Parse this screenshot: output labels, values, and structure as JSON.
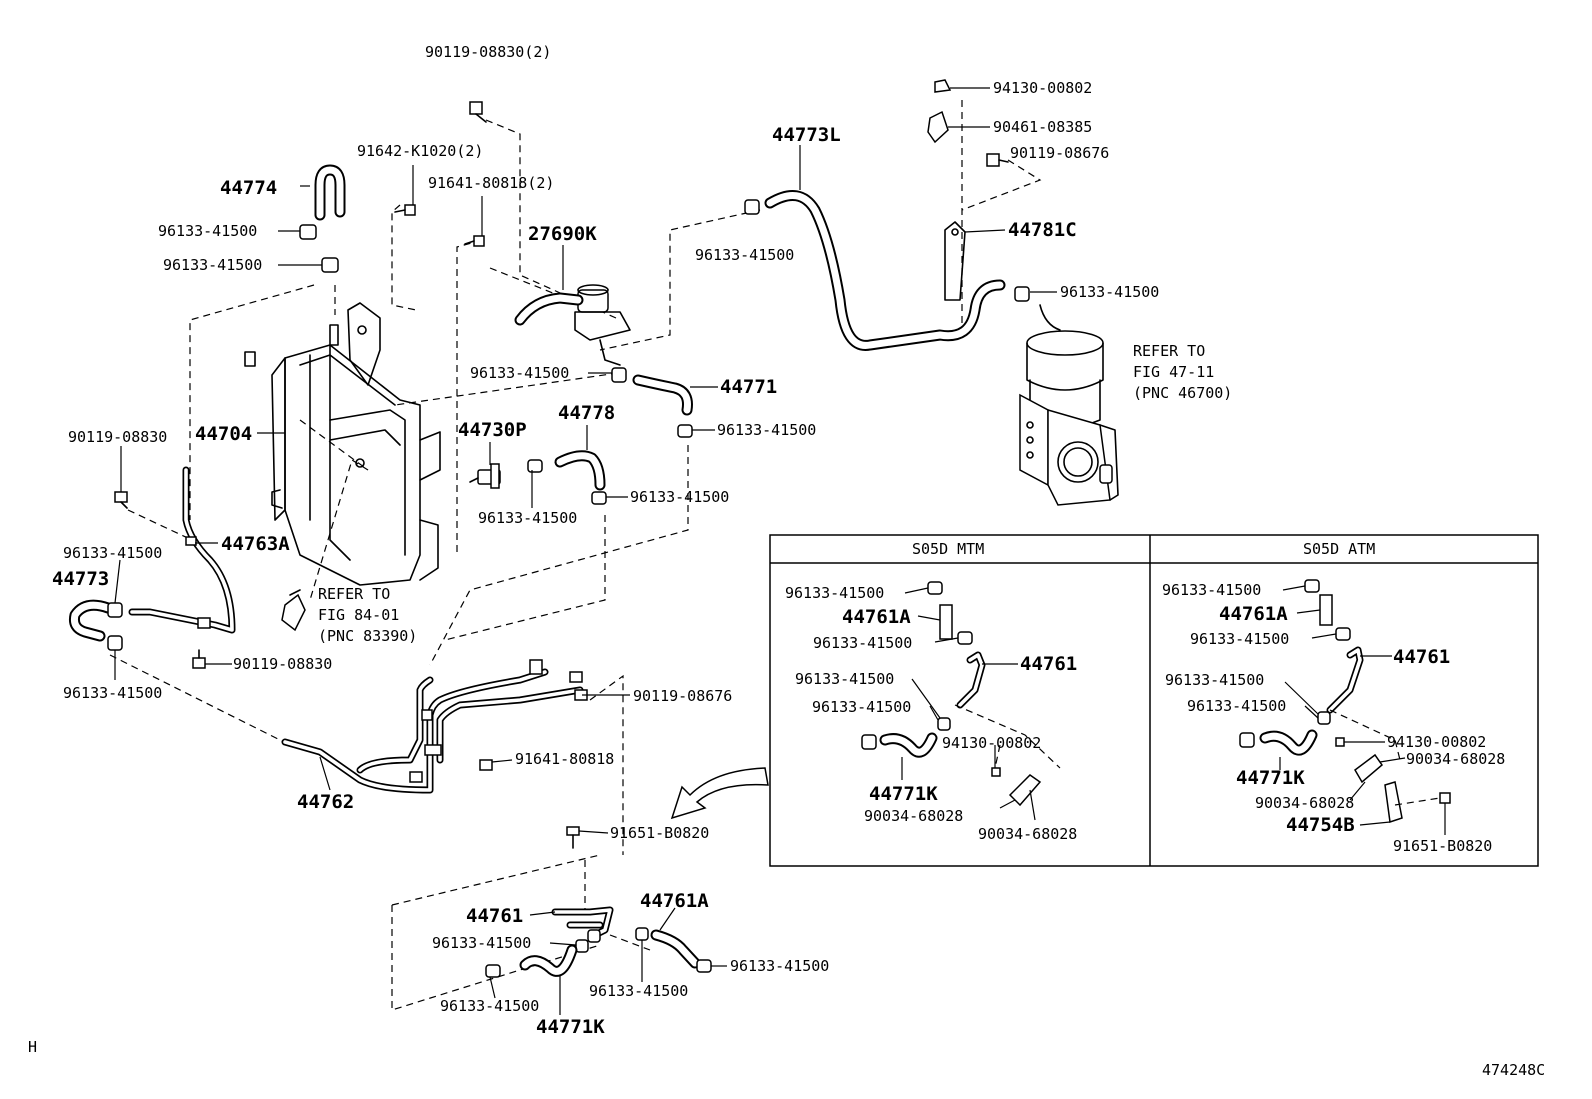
{
  "figure": {
    "code": "474248C",
    "corner_mark": "H"
  },
  "labels": {
    "l_90119_08830_2": "90119-08830(2)",
    "l_91642": "91642-K1020(2)",
    "l_91641_2": "91641-80818(2)",
    "l_44774": "44774",
    "l_96133_a": "96133-41500",
    "l_96133_b": "96133-41500",
    "l_27690k": "27690K",
    "l_44773l": "44773L",
    "l_94130_top": "94130-00802",
    "l_90461": "90461-08385",
    "l_90119_08676_top": "90119-08676",
    "l_44781c": "44781C",
    "l_96133_c": "96133-41500",
    "l_96133_d": "96133-41500",
    "l_96133_e": "96133-41500",
    "l_44771": "44771",
    "l_44778": "44778",
    "l_96133_f": "96133-41500",
    "l_44730p": "44730P",
    "l_44704": "44704",
    "l_90119_08830_l": "90119-08830",
    "l_96133_g": "96133-41500",
    "l_96133_h": "96133-41500",
    "l_44763a": "44763A",
    "l_96133_i": "96133-41500",
    "l_44773": "44773",
    "l_90119_08830_b": "90119-08830",
    "l_96133_j": "96133-41500",
    "l_90119_08676_m": "90119-08676",
    "l_91641_m": "91641-80818",
    "l_44762": "44762",
    "l_91651_m": "91651-B0820",
    "l_44761_m": "44761",
    "l_44761a_m": "44761A",
    "l_96133_k": "96133-41500",
    "l_96133_l": "96133-41500",
    "l_96133_m": "96133-41500",
    "l_96133_n": "96133-41500",
    "l_44771k_m": "44771K"
  },
  "notes": {
    "refer1_line1": "REFER TO",
    "refer1_line2": "FIG 47-11",
    "refer1_line3": "(PNC 46700)",
    "refer2_line1": "REFER TO",
    "refer2_line2": "FIG 84-01",
    "refer2_line3": "(PNC 83390)"
  },
  "inset_mtm": {
    "header": "S05D MTM",
    "c1": "96133-41500",
    "p44761a": "44761A",
    "c2": "96133-41500",
    "p44761": "44761",
    "c3": "96133-41500",
    "c4": "96133-41500",
    "nut": "94130-00802",
    "p44771k": "44771K",
    "bolt1": "90034-68028",
    "bolt2": "90034-68028"
  },
  "inset_atm": {
    "header": "S05D ATM",
    "c1": "96133-41500",
    "p44761a": "44761A",
    "c2": "96133-41500",
    "p44761": "44761",
    "c3": "96133-41500",
    "c4": "96133-41500",
    "nut": "94130-00802",
    "bolt1": "90034-68028",
    "p44771k": "44771K",
    "bolt2": "90034-68028",
    "p44754b": "44754B",
    "bolt3": "91651-B0820"
  }
}
